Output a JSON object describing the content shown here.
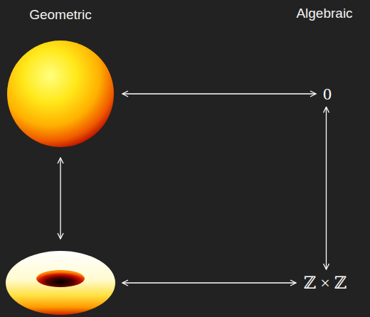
{
  "diagram": {
    "nodes": [
      {
        "text": [
          "0"
        ]
      },
      {
        "text": [
          "ℤ × ℤ"
        ]
      }
    ],
    "edges": [
      {
        "from": 0,
        "to": 1,
        "arrow": "both"
      }
    ],
    "labels": [
      "Geometric",
      "Algebraic"
    ]
  }
}
